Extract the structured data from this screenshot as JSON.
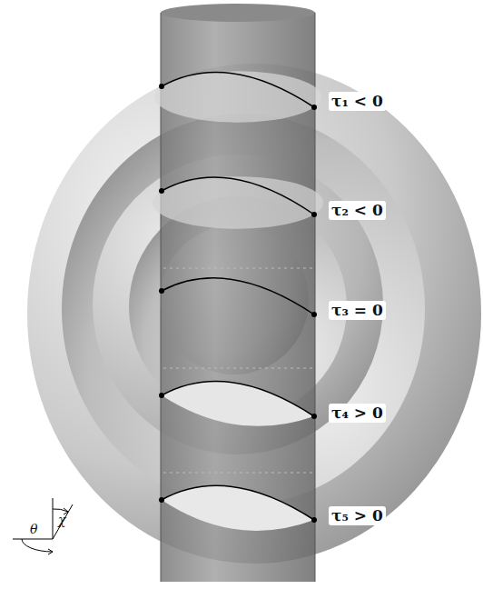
{
  "diagram": {
    "labels": [
      "τ₁ < 0",
      "τ₂ < 0",
      "τ₃ = 0",
      "τ₄ > 0",
      "τ₅ > 0",
      "χ",
      "θ"
    ]
  }
}
